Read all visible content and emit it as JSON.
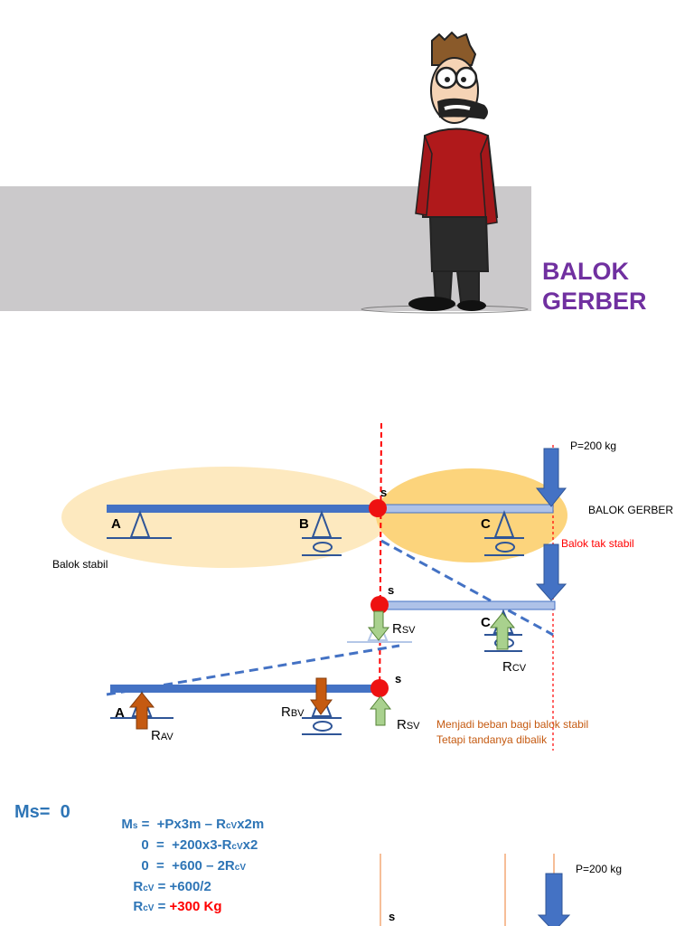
{
  "title": {
    "line1": "BALOK",
    "line2": "GERBER"
  },
  "diagram": {
    "load_label": "P=200 kg",
    "balok_gerber": "BALOK GERBER",
    "balok_stabil": "Balok stabil",
    "balok_tak_stabil": "Balok tak stabil",
    "point_a": "A",
    "point_b": "B",
    "point_c": "C",
    "hinge_s": "s",
    "r": "R",
    "sub_sv": "SV",
    "sub_cv": "CV",
    "sub_av": "AV",
    "sub_bv": "BV",
    "note_line1": "Menjadi beban bagi balok stabil",
    "note_line2": "Tetapi tandanya dibalik"
  },
  "equations": {
    "ms_label": "Ms=  0",
    "line1_m": "M",
    "line1_s": "s",
    "line1_rest": " =  +Px3m – R",
    "line1_cv": "cV",
    "line1_end": "x2m",
    "line2_start": "0  =  +200x3-R",
    "line2_cv": "cV",
    "line2_end": "x2",
    "line3_start": "0  =  +600 – 2R",
    "line3_cv": "cV",
    "line4_r": "R",
    "line4_cv": "cV",
    "line4_end": " = +600/2",
    "line5_r": "R",
    "line5_cv": "cV",
    "line5_mid": " = ",
    "line5_result": "+300 Kg"
  },
  "bottom": {
    "load_label": "P=200 kg",
    "hinge_s": "s"
  }
}
